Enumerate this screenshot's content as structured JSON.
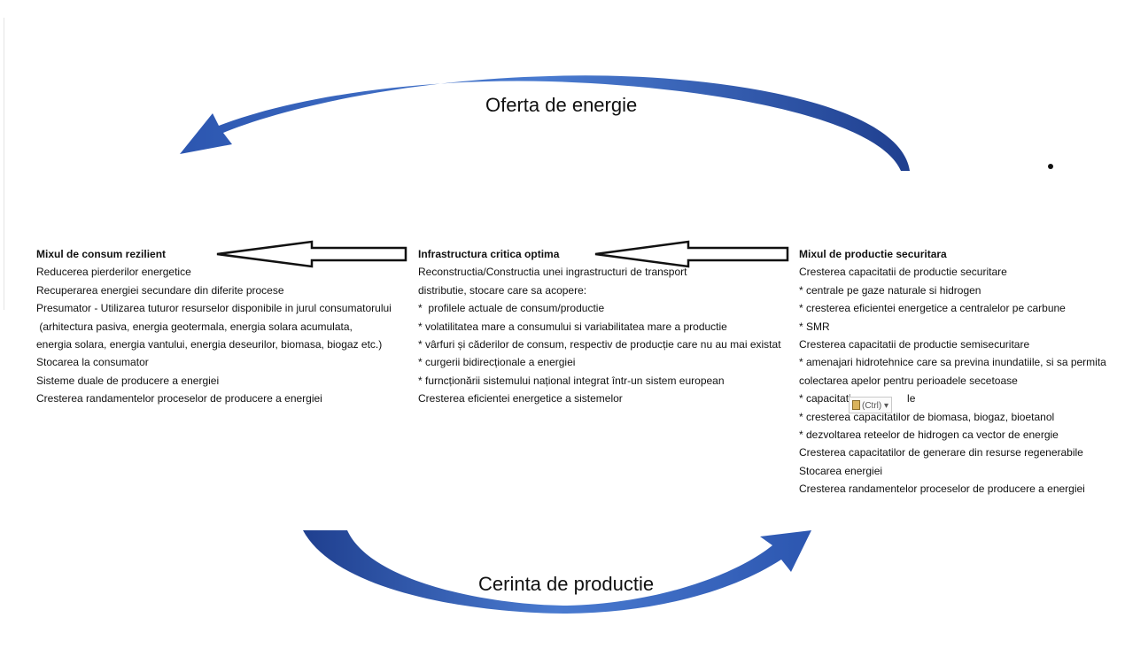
{
  "top_arc": {
    "label": "Oferta de energie"
  },
  "bottom_arc": {
    "label": "Cerinta de productie"
  },
  "colors": {
    "arrow_blue": "#3f6ec7",
    "arrow_dark": "#1f3f8f",
    "text": "#111111"
  },
  "paste_options": {
    "label": "(Ctrl)",
    "icon": "clipboard-icon"
  },
  "columns": {
    "left": {
      "title": "Mixul de consum rezilient",
      "lines": [
        "Reducerea pierderilor energetice",
        "Recuperarea energiei secundare din diferite procese",
        "Presumator - Utilizarea tuturor resurselor disponibile in jurul consumatorului",
        " (arhitectura pasiva, energia geotermala, energia solara acumulata,",
        "energia solara, energia vantului, energia deseurilor, biomasa, biogaz etc.)",
        "Stocarea la consumator",
        "Sisteme duale de producere a energiei",
        "Cresterea randamentelor proceselor de producere a energiei"
      ]
    },
    "middle": {
      "title": "Infrastructura critica optima",
      "lines": [
        "Reconstructia/Constructia unei ingrastructuri de transport",
        "distributie, stocare care sa acopere:",
        "*  profilele actuale de consum/productie",
        "* volatilitatea mare a consumului si variabilitatea mare a productie",
        "* vârfuri și căderilor de consum, respectiv de producție care nu au mai existat",
        "* curgerii bidirecționale a energiei",
        "* furncționării sistemului național integrat într-un sistem european",
        "Cresterea eficientei energetice a sistemelor"
      ]
    },
    "right": {
      "title": "Mixul de productie securitara",
      "lines": [
        "Cresterea capacitatii de productie securitare",
        "* centrale pe gaze naturale si hidrogen",
        "* cresterea eficientei energetice a centralelor pe carbune",
        "* SMR",
        "Cresterea capacitatii de productie semisecuritare",
        "* amenajari hidrotehnice care sa previna inundatiile, si sa permita",
        "colectarea apelor pentru perioadele secetoase",
        "* capacitati                   le",
        "* cresterea capacitatilor de biomasa, biogaz, bioetanol",
        "* dezvoltarea reteelor de hidrogen ca vector de energie",
        "Cresterea capacitatilor de generare din resurse regenerabile",
        "Stocarea energiei",
        "Cresterea randamentelor proceselor de producere a energiei"
      ]
    }
  }
}
